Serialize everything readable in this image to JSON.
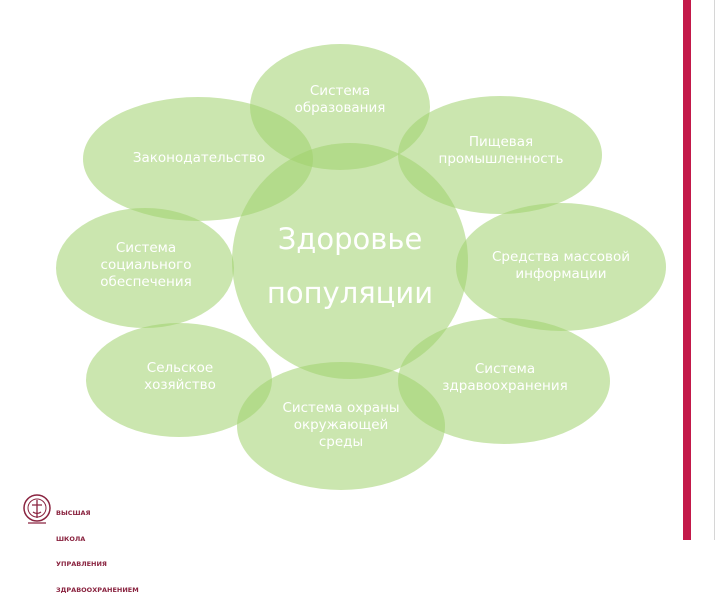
{
  "diagram": {
    "center": {
      "line1": "Здоровье",
      "line2": "популяции"
    },
    "nodes": {
      "education": "Система\nобразования",
      "legislation": "Законодательство",
      "food_industry": "Пищевая\nпромышленность",
      "social_security": "Система\nсоциального\nобеспечения",
      "mass_media": "Средства массовой\nинформации",
      "agriculture": "Сельское\nхозяйство",
      "healthcare": "Система\nздравоохранения",
      "environment": "Система охраны\nокружающей\nсреды"
    },
    "fill_color": "#a0d26e"
  },
  "branding": {
    "logo_lines": [
      "ВЫСШАЯ",
      "ШКОЛА",
      "УПРАВЛЕНИЯ",
      "ЗДРАВООХРАНЕНИЕМ"
    ],
    "bar_color": "#c3194a"
  }
}
